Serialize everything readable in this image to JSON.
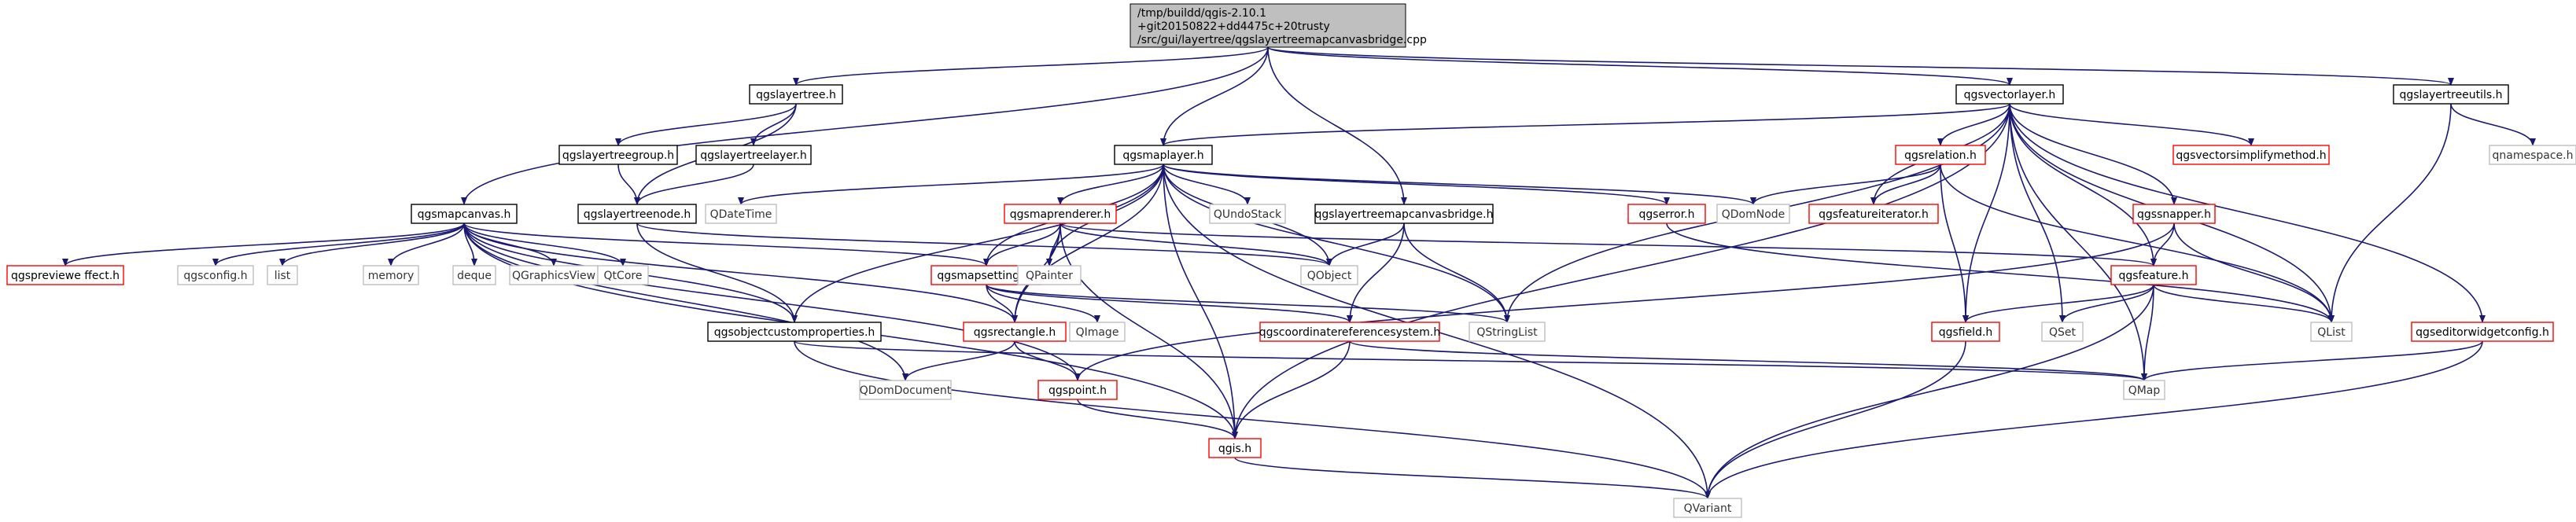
{
  "diagram": {
    "title_node": {
      "lines": [
        "/tmp/buildd/qgis-2.10.1",
        "+git20150822+dd4475c+20trusty",
        "/src/gui/layertree/qgslayertreemapcanvasbridge.cpp"
      ]
    },
    "nodes": [
      {
        "id": "qgslayertree_h",
        "label": "qgslayertree.h",
        "style": "black"
      },
      {
        "id": "qgsvectorlayer_h",
        "label": "qgsvectorlayer.h",
        "style": "black"
      },
      {
        "id": "qgslayertreeutils_h",
        "label": "qgslayertreeutils.h",
        "style": "black"
      },
      {
        "id": "qgslayertreegroup_h",
        "label": "qgslayertreegroup.h",
        "style": "black"
      },
      {
        "id": "qgslayertreelayer_h",
        "label": "qgslayertreelayer.h",
        "style": "black"
      },
      {
        "id": "qgsmaplayer_h",
        "label": "qgsmaplayer.h",
        "style": "black"
      },
      {
        "id": "qgslayertreenode_h",
        "label": "qgslayertreenode.h",
        "style": "black"
      },
      {
        "id": "qgsmapcanvas_h",
        "label": "qgsmapcanvas.h",
        "style": "black"
      },
      {
        "id": "qgslayertreemapcanvasbridge_h",
        "label": "qgslayertreemapcanvasbridge.h",
        "style": "black"
      },
      {
        "id": "qgsobjectcustomproperties_h",
        "label": "qgsobjectcustomproperties.h",
        "style": "black"
      },
      {
        "id": "qgsrelation_h",
        "label": "qgsrelation.h",
        "style": "red"
      },
      {
        "id": "qgsvectorsimplifymethod_h",
        "label": "qgsvectorsimplifymethod.h",
        "style": "red"
      },
      {
        "id": "qgsfeatureiterator_h",
        "label": "qgsfeatureiterator.h",
        "style": "red"
      },
      {
        "id": "qgssnapper_h",
        "label": "qgssnapper.h",
        "style": "red"
      },
      {
        "id": "qgsmaprenderer_h",
        "label": "qgsmaprenderer.h",
        "style": "red"
      },
      {
        "id": "qgserror_h",
        "label": "qgserror.h",
        "style": "red"
      },
      {
        "id": "qgsmapsettings_h",
        "label": "qgsmapsettings.h",
        "style": "red"
      },
      {
        "id": "qgsfeature_h",
        "label": "qgsfeature.h",
        "style": "red"
      },
      {
        "id": "qgspreviewe_h",
        "label": "qgspreviewe ffect.h",
        "style": "red"
      },
      {
        "id": "qgsrectangle_h",
        "label": "qgsrectangle.h",
        "style": "red"
      },
      {
        "id": "qgscoordinatereferencesystem_h",
        "label": "qgscoordinatereferencesystem.h",
        "style": "red"
      },
      {
        "id": "qgsfield_h",
        "label": "qgsfield.h",
        "style": "red"
      },
      {
        "id": "qgseditorwidgetconfig_h",
        "label": "qgseditorwidgetconfig.h",
        "style": "red"
      },
      {
        "id": "qgspoint_h",
        "label": "qgspoint.h",
        "style": "red"
      },
      {
        "id": "qgis_h",
        "label": "qgis.h",
        "style": "red"
      },
      {
        "id": "qnamespace_h",
        "label": "qnamespace.h",
        "style": "gray"
      },
      {
        "id": "QDomNode",
        "label": "QDomNode",
        "style": "gray"
      },
      {
        "id": "QDateTime",
        "label": "QDateTime",
        "style": "gray"
      },
      {
        "id": "QUndoStack",
        "label": "QUndoStack",
        "style": "gray"
      },
      {
        "id": "QObject",
        "label": "QObject",
        "style": "gray"
      },
      {
        "id": "QPainter",
        "label": "QPainter",
        "style": "gray"
      },
      {
        "id": "qgsconfig_h",
        "label": "qgsconfig.h",
        "style": "gray"
      },
      {
        "id": "list",
        "label": "list",
        "style": "gray"
      },
      {
        "id": "memory",
        "label": "memory",
        "style": "gray"
      },
      {
        "id": "deque",
        "label": "deque",
        "style": "gray"
      },
      {
        "id": "QGraphicsView",
        "label": "QGraphicsView",
        "style": "gray"
      },
      {
        "id": "QtCore",
        "label": "QtCore",
        "style": "gray"
      },
      {
        "id": "QImage",
        "label": "QImage",
        "style": "gray"
      },
      {
        "id": "QStringList",
        "label": "QStringList",
        "style": "gray"
      },
      {
        "id": "QSet",
        "label": "QSet",
        "style": "gray"
      },
      {
        "id": "QList",
        "label": "QList",
        "style": "gray"
      },
      {
        "id": "QDomDocument",
        "label": "QDomDocument",
        "style": "gray"
      },
      {
        "id": "QMap",
        "label": "QMap",
        "style": "gray"
      },
      {
        "id": "QVariant",
        "label": "QVariant",
        "style": "gray"
      }
    ],
    "edges": [
      [
        "root",
        "qgslayertree_h"
      ],
      [
        "root",
        "qgsvectorlayer_h"
      ],
      [
        "root",
        "qgslayertreeutils_h"
      ],
      [
        "root",
        "qgsmaplayer_h"
      ],
      [
        "root",
        "qgsmapcanvas_h"
      ],
      [
        "root",
        "qgslayertreemapcanvasbridge_h"
      ],
      [
        "qgslayertree_h",
        "qgslayertreegroup_h"
      ],
      [
        "qgslayertree_h",
        "qgslayertreelayer_h"
      ],
      [
        "qgslayertree_h",
        "qgslayertreenode_h"
      ],
      [
        "qgslayertreegroup_h",
        "qgslayertreenode_h"
      ],
      [
        "qgslayertreelayer_h",
        "qgslayertreenode_h"
      ],
      [
        "qgslayertreenode_h",
        "QObject"
      ],
      [
        "qgslayertreenode_h",
        "qgsobjectcustomproperties_h"
      ],
      [
        "qgsvectorlayer_h",
        "qgsmaplayer_h"
      ],
      [
        "qgsvectorlayer_h",
        "qgsrelation_h"
      ],
      [
        "qgsvectorlayer_h",
        "qgsvectorsimplifymethod_h"
      ],
      [
        "qgsvectorlayer_h",
        "qgsfeatureiterator_h"
      ],
      [
        "qgsvectorlayer_h",
        "qgssnapper_h"
      ],
      [
        "qgsvectorlayer_h",
        "qgsfeature_h"
      ],
      [
        "qgsvectorlayer_h",
        "qgsfield_h"
      ],
      [
        "qgsvectorlayer_h",
        "QSet"
      ],
      [
        "qgsvectorlayer_h",
        "QList"
      ],
      [
        "qgsvectorlayer_h",
        "QStringList"
      ],
      [
        "qgsvectorlayer_h",
        "qgseditorwidgetconfig_h"
      ],
      [
        "qgsvectorlayer_h",
        "QMap"
      ],
      [
        "qgsvectorlayer_h",
        "qgis_h"
      ],
      [
        "qgslayertreeutils_h",
        "qnamespace_h"
      ],
      [
        "qgslayertreeutils_h",
        "QList"
      ],
      [
        "qgsrelation_h",
        "QDomNode"
      ],
      [
        "qgsrelation_h",
        "qgsfeatureiterator_h"
      ],
      [
        "qgsrelation_h",
        "qgsfield_h"
      ],
      [
        "qgsrelation_h",
        "QList"
      ],
      [
        "qgssnapper_h",
        "qgsfeature_h"
      ],
      [
        "qgssnapper_h",
        "QList"
      ],
      [
        "qgssnapper_h",
        "qgspoint_h"
      ],
      [
        "qgsmaplayer_h",
        "QDateTime"
      ],
      [
        "qgsmaplayer_h",
        "QUndoStack"
      ],
      [
        "qgsmaplayer_h",
        "QDomNode"
      ],
      [
        "qgsmaplayer_h",
        "QObject"
      ],
      [
        "qgsmaplayer_h",
        "QPainter"
      ],
      [
        "qgsmaplayer_h",
        "qgsmaprenderer_h"
      ],
      [
        "qgsmaplayer_h",
        "qgserror_h"
      ],
      [
        "qgsmaplayer_h",
        "qgsmapsettings_h"
      ],
      [
        "qgsmaplayer_h",
        "qgsrectangle_h"
      ],
      [
        "qgsmaplayer_h",
        "qgsobjectcustomproperties_h"
      ],
      [
        "qgsmaplayer_h",
        "qgis_h"
      ],
      [
        "qgsmaplayer_h",
        "QVariant"
      ],
      [
        "qgsmaplayer_h",
        "QStringList"
      ],
      [
        "qgsmaprenderer_h",
        "qgsmapsettings_h"
      ],
      [
        "qgsmaprenderer_h",
        "QPainter"
      ],
      [
        "qgsmaprenderer_h",
        "QObject"
      ],
      [
        "qgsmaprenderer_h",
        "qgsrectangle_h"
      ],
      [
        "qgsmaprenderer_h",
        "qgsfeature_h"
      ],
      [
        "qgsmaprenderer_h",
        "qgis_h"
      ],
      [
        "qgserror_h",
        "QList"
      ],
      [
        "qgsmapsettings_h",
        "QImage"
      ],
      [
        "qgsmapsettings_h",
        "qgsrectangle_h"
      ],
      [
        "qgsmapsettings_h",
        "qgscoordinatereferencesystem_h"
      ],
      [
        "qgsmapsettings_h",
        "QStringList"
      ],
      [
        "qgsmapcanvas_h",
        "qgspreviewe_h"
      ],
      [
        "qgsmapcanvas_h",
        "qgsconfig_h"
      ],
      [
        "qgsmapcanvas_h",
        "list"
      ],
      [
        "qgsmapcanvas_h",
        "memory"
      ],
      [
        "qgsmapcanvas_h",
        "deque"
      ],
      [
        "qgsmapcanvas_h",
        "QGraphicsView"
      ],
      [
        "qgsmapcanvas_h",
        "QtCore"
      ],
      [
        "qgsmapcanvas_h",
        "qgsrectangle_h"
      ],
      [
        "qgsmapcanvas_h",
        "qgspoint_h"
      ],
      [
        "qgsmapcanvas_h",
        "QDomDocument"
      ],
      [
        "qgsmapcanvas_h",
        "qgis_h"
      ],
      [
        "qgsmapcanvas_h",
        "qgsmapsettings_h"
      ],
      [
        "qgsmapcanvas_h",
        "qgsobjectcustomproperties_h"
      ],
      [
        "qgslayertreemapcanvasbridge_h",
        "QObject"
      ],
      [
        "qgslayertreemapcanvasbridge_h",
        "QStringList"
      ],
      [
        "qgslayertreemapcanvasbridge_h",
        "qgscoordinatereferencesystem_h"
      ],
      [
        "qgsfeature_h",
        "QSet"
      ],
      [
        "qgsfeature_h",
        "QList"
      ],
      [
        "qgsfeature_h",
        "QMap"
      ],
      [
        "qgsfeature_h",
        "qgsfield_h"
      ],
      [
        "qgsfeature_h",
        "QVariant"
      ],
      [
        "qgsrectangle_h",
        "qgspoint_h"
      ],
      [
        "qgsrectangle_h",
        "QDomDocument"
      ],
      [
        "qgscoordinatereferencesystem_h",
        "qgis_h"
      ],
      [
        "qgscoordinatereferencesystem_h",
        "QMap"
      ],
      [
        "qgsobjectcustomproperties_h",
        "QMap"
      ],
      [
        "qgsobjectcustomproperties_h",
        "QVariant"
      ],
      [
        "qgsfield_h",
        "QVariant"
      ],
      [
        "qgseditorwidgetconfig_h",
        "QMap"
      ],
      [
        "qgseditorwidgetconfig_h",
        "QVariant"
      ],
      [
        "qgspoint_h",
        "qgis_h"
      ],
      [
        "qgis_h",
        "QVariant"
      ]
    ]
  }
}
